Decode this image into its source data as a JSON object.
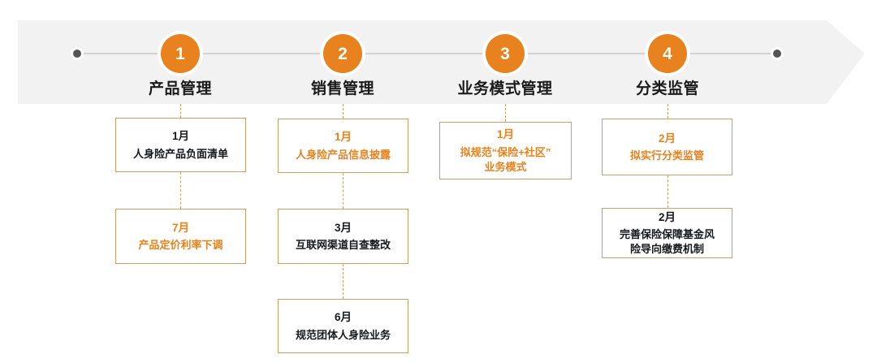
{
  "diagram": {
    "title_semantic": "insurance-regulation-timeline",
    "colors": {
      "accent_orange": "#E8821E",
      "card_border": "#C9A06A",
      "band_grey": "#F2F2F2",
      "dot_grey": "#555555",
      "text_dark": "#17181a",
      "line_grey": "#C8C8C8"
    },
    "phases": [
      {
        "number": "1",
        "title": "产品管理"
      },
      {
        "number": "2",
        "title": "销售管理"
      },
      {
        "number": "3",
        "title": "业务模式管理"
      },
      {
        "number": "4",
        "title": "分类监管"
      }
    ],
    "columns": [
      {
        "phase": "产品管理",
        "cards": [
          {
            "month": "1月",
            "desc": "人身险产品负面清单",
            "emphasis": "black"
          },
          {
            "month": "7月",
            "desc": "产品定价利率下调",
            "emphasis": "orange"
          }
        ]
      },
      {
        "phase": "销售管理",
        "cards": [
          {
            "month": "1月",
            "desc": "人身险产品信息披露",
            "emphasis": "orange"
          },
          {
            "month": "3月",
            "desc": "互联网渠道自查整改",
            "emphasis": "black"
          },
          {
            "month": "6月",
            "desc": "规范团体人身险业务",
            "emphasis": "black"
          }
        ]
      },
      {
        "phase": "业务模式管理",
        "cards": [
          {
            "month": "1月",
            "desc": "拟规范“保险+社区”\n业务模式",
            "emphasis": "orange"
          }
        ]
      },
      {
        "phase": "分类监管",
        "cards": [
          {
            "month": "2月",
            "desc": "拟实行分类监管",
            "emphasis": "orange"
          },
          {
            "month": "2月",
            "desc": "完善保险保障基金风\n险导向缴费机制",
            "emphasis": "black"
          }
        ]
      }
    ]
  }
}
